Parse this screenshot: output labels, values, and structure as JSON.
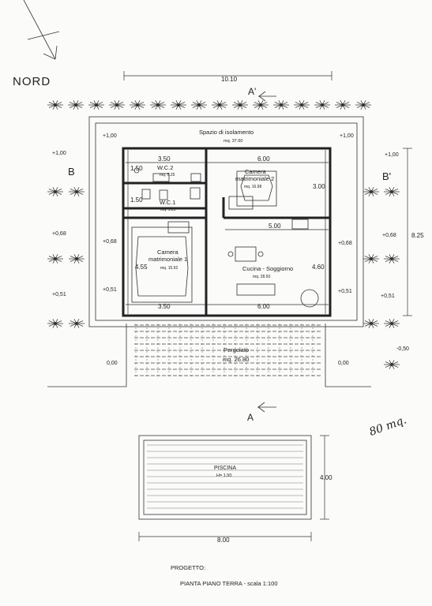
{
  "north": {
    "label": "NORD"
  },
  "dimensions": {
    "overall_width": "10.10",
    "overall_depth": "8.25",
    "wc2_width": "3.50",
    "living_width": "6.00",
    "wc2_depth": "1.50",
    "wc1_depth": "1.50",
    "camera2_depth": "3.00",
    "cucina_width": "5.00",
    "camera1_depth": "4.55",
    "cucina_depth": "4.60",
    "camera1_bottom_width": "3.50",
    "cucina_bottom_width": "6.00",
    "pool_width": "8.00",
    "pool_depth": "4.00"
  },
  "rooms": {
    "isolamento": {
      "name": "Spazio di isolamento",
      "area": "mq. 37.60"
    },
    "wc2": {
      "name": "W.C.2",
      "area": "mq. 5.25"
    },
    "wc1": {
      "name": "W.C.1",
      "area": "mq. 5.25"
    },
    "camera2": {
      "name1": "Camera",
      "name2": "matrimoniale 2",
      "area": "mq. 16.98"
    },
    "camera1": {
      "name1": "Camera",
      "name2": "matrimoniale 1",
      "area": "mq. 15.92"
    },
    "cucina": {
      "name": "Cucina - Soggiorno",
      "area": "mq. 28.50"
    },
    "pergolato": {
      "name": "Pergolato",
      "area": "mq. 26.80"
    },
    "piscina": {
      "name": "PISCINA",
      "depth": "H= 1.50"
    }
  },
  "levels": {
    "top_left": "+1,00",
    "top_right": "+1,00",
    "outer_left_1": "+1,00",
    "outer_right_1": "+1,00",
    "left_068_outer": "+0,68",
    "left_068_inner": "+0,68",
    "right_068_outer": "+0,68",
    "right_068_inner": "+0,68",
    "left_051_outer": "+0,51",
    "left_051_inner": "+0,51",
    "right_051_outer": "+0,51",
    "right_051_inner": "+0,51",
    "left_000": "0,00",
    "right_000": "0,00",
    "right_neg": "-0,50"
  },
  "sections": {
    "a_top": "A'",
    "a_bottom": "A",
    "b_left": "B",
    "b_right": "B'"
  },
  "handwritten": "80 mq.",
  "footer": {
    "progetto": "PROGETTO:",
    "title": "PIANTA  PIANO TERRA  - scala 1:100"
  }
}
